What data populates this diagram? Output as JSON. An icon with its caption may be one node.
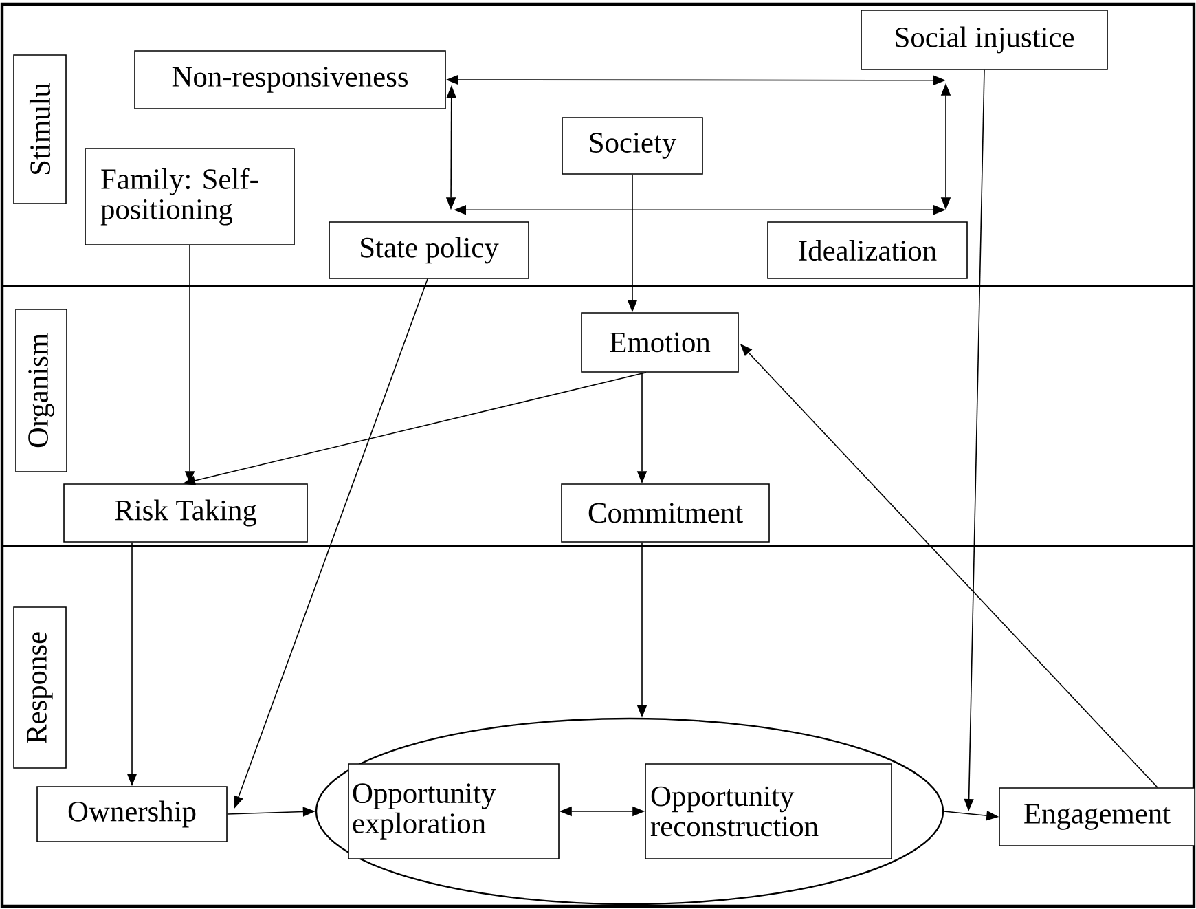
{
  "diagram": {
    "nodes": [
      {
        "text": [
          "Stimulu"
        ]
      },
      {
        "text": [
          "Organism"
        ]
      },
      {
        "text": [
          "Response"
        ]
      },
      {
        "text": [
          "Non-responsiveness"
        ]
      },
      {
        "text": [
          "Social injustice"
        ]
      },
      {
        "text": [
          "Society"
        ]
      },
      {
        "text": [
          "Family: Self-positioning"
        ]
      },
      {
        "text": [
          "State policy"
        ]
      },
      {
        "text": [
          "Idealization"
        ]
      },
      {
        "text": [
          "Emotion"
        ]
      },
      {
        "text": [
          "Risk Taking"
        ]
      },
      {
        "text": [
          "Commitment"
        ]
      },
      {
        "text": [
          "Ownership"
        ]
      },
      {
        "text": [],
        "shape": "ellipse"
      },
      {
        "text": [
          "Opportunity exploration"
        ],
        "in": 13
      },
      {
        "text": [
          "Opportunity reconstruction"
        ],
        "in": 13
      },
      {
        "text": [
          "Engagement"
        ]
      }
    ],
    "edges": [
      {
        "from": 3,
        "to": 4,
        "arrow": "both"
      },
      {
        "from": 3,
        "to": 7,
        "arrow": "both"
      },
      {
        "from": 7,
        "to": 8,
        "arrow": "both"
      },
      {
        "from": 4,
        "to": 8,
        "arrow": "both"
      },
      {
        "from": 5,
        "to": 9,
        "arrow": "to"
      },
      {
        "from": 6,
        "to": 10,
        "arrow": "to"
      },
      {
        "from": 9,
        "to": 10,
        "arrow": "to"
      },
      {
        "from": 9,
        "to": 11,
        "arrow": "to"
      },
      {
        "from": 7,
        "to": 12,
        "arrow": "to"
      },
      {
        "from": 4,
        "to": 16,
        "arrow": "to"
      },
      {
        "from": 16,
        "to": 9,
        "arrow": "to"
      },
      {
        "from": 10,
        "to": 12,
        "arrow": "to"
      },
      {
        "from": 11,
        "to": 13,
        "arrow": "to"
      },
      {
        "from": 12,
        "to": 13,
        "arrow": "to"
      },
      {
        "from": 14,
        "to": 15,
        "arrow": "both"
      },
      {
        "from": 13,
        "to": 16,
        "arrow": "to"
      }
    ]
  }
}
